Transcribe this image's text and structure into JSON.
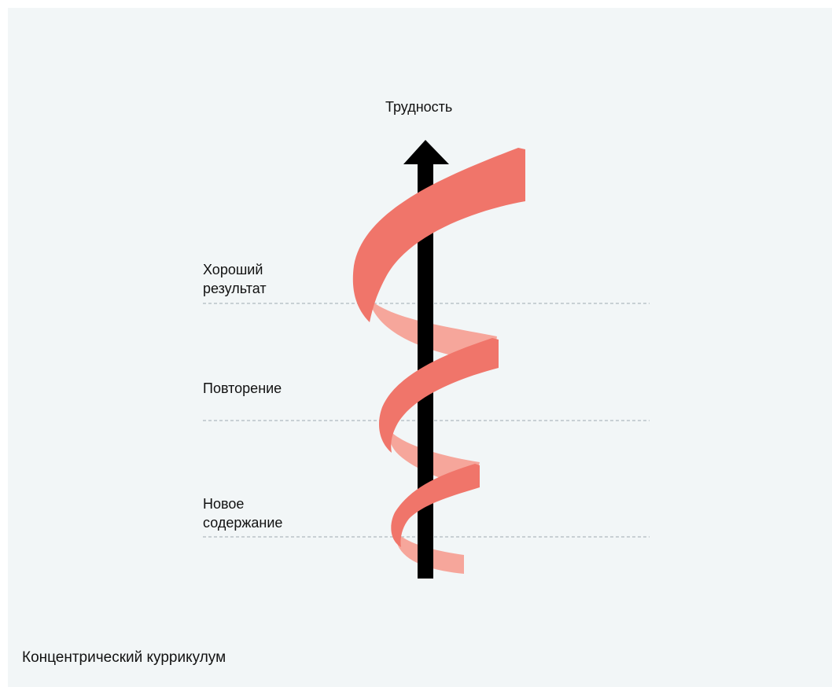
{
  "diagram": {
    "axis_label": "Трудность",
    "levels": [
      {
        "lines": [
          "Хороший",
          "результат"
        ]
      },
      {
        "lines": [
          "Повторение"
        ]
      },
      {
        "lines": [
          "Новое",
          "содержание"
        ]
      }
    ],
    "caption": "Концентрический куррикулум"
  },
  "colors": {
    "background": "#f2f6f7",
    "ribbon_front": "#f0756a",
    "ribbon_back": "#f6a69b",
    "axis_arrow": "#000000",
    "guide_line": "#b9c4c8"
  },
  "icons": {
    "axis": "up-arrow-icon",
    "spiral": "spiral-ribbon-icon"
  }
}
